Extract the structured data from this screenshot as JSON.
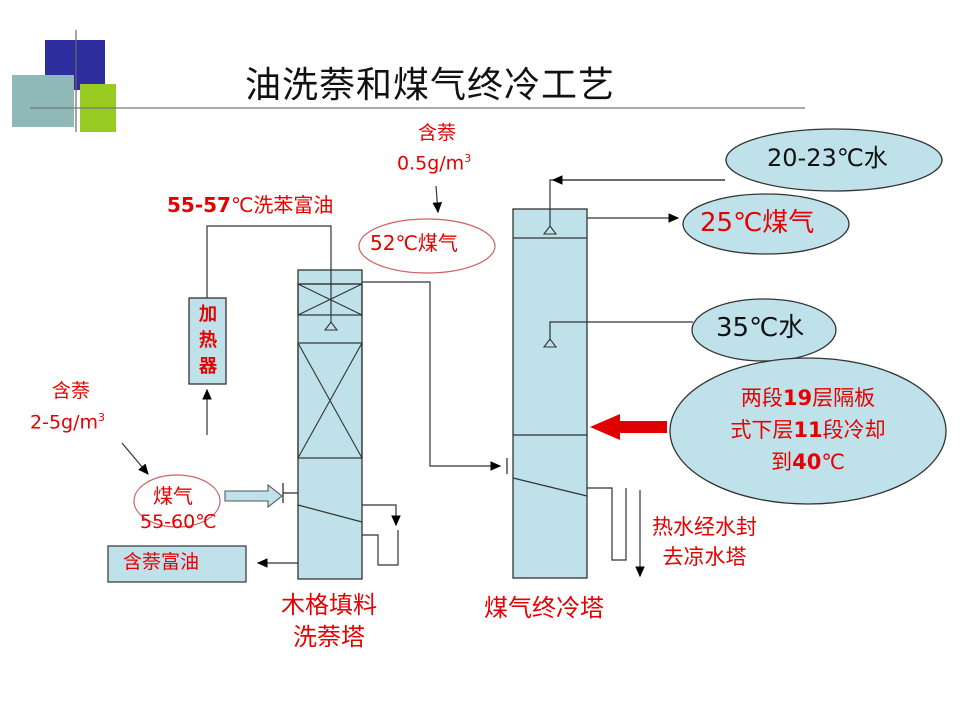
{
  "title": "油洗萘和煤气终冷工艺",
  "labels": {
    "naph_top_line1": "含萘",
    "naph_top_line2": "0.5g/m",
    "naph_top_sup": "3",
    "rich_oil_pre": "55-57",
    "rich_oil_post": "℃洗苯富油",
    "gas52": "52℃煤气",
    "heater": [
      "加",
      "热",
      "器"
    ],
    "naph_left_line1": "含萘",
    "naph_left_line2": "2-5g/m",
    "naph_left_sup": "3",
    "gas_in_line1": "煤气",
    "gas_in_line2": "55-60℃",
    "rich_naph_oil": "含萘富油",
    "wash_tower_line1": "木格填料",
    "wash_tower_line2": "洗萘塔",
    "cool_tower": "煤气终冷塔",
    "water_20_23": "20-23℃水",
    "gas_25": "25℃煤气",
    "water_35": "35℃水",
    "twostage_line1_pre": "两段",
    "twostage_line1_b": "19",
    "twostage_line1_post": "层隔板",
    "twostage_line2_pre": "式下层",
    "twostage_line2_b": "11",
    "twostage_line2_post": "段冷却",
    "twostage_line3_pre": "到",
    "twostage_line3_b": "40",
    "twostage_line3_post": "℃",
    "hot_water_line1": "热水经水封",
    "hot_water_line2": "去凉水塔"
  },
  "colors": {
    "tower_fill": "#bfe1ea",
    "ellipse_fill": "#bfe1ea",
    "red_text": "#e60000",
    "arrow_red": "#e00000",
    "deco_blue": "#3333aa",
    "deco_green": "#99cc00",
    "deco_teal": "#88bbbb"
  }
}
